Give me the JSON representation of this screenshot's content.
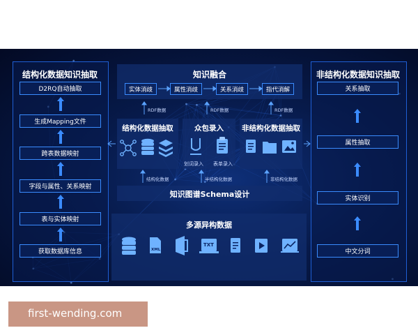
{
  "left": {
    "title": "结构化数据知识抽取",
    "steps": [
      "D2RQ自动抽取",
      "生成Mapping文件",
      "跨表数据映射",
      "字段与属性、关系映射",
      "表与实体映射",
      "获取数据库信息"
    ]
  },
  "right": {
    "title": "非结构化数据知识抽取",
    "steps": [
      "关系抽取",
      "属性抽取",
      "实体识别",
      "中文分词"
    ]
  },
  "fusion": {
    "title": "知识融合",
    "steps": [
      "实体消歧",
      "属性消歧",
      "关系消歧",
      "指代消解"
    ],
    "rdf_label": "RDF数据"
  },
  "mid": {
    "structured_title": "结构化数据抽取",
    "crowd_title": "众包录入",
    "crowd_labels": [
      "划词录入",
      "表单录入"
    ],
    "unstructured_title": "非结构化数据抽取",
    "flows": [
      "结构化数据",
      "半结构化数据",
      "非结构化数据"
    ]
  },
  "schema": {
    "title": "知识图谱Schema设计"
  },
  "sources": {
    "title": "多源异构数据",
    "icons": [
      "database-icon",
      "xml-file-icon",
      "office-icon",
      "txt-file-icon",
      "document-icon",
      "video-icon",
      "chart-icon"
    ],
    "xml_text": "XML",
    "txt_text": "TXT"
  },
  "watermark": {
    "text": "first-wending.com"
  },
  "colors": {
    "accent": "#3b8cff",
    "border": "#1f5fd6",
    "background": "#071a4a",
    "watermark_bg": "#c99684"
  }
}
